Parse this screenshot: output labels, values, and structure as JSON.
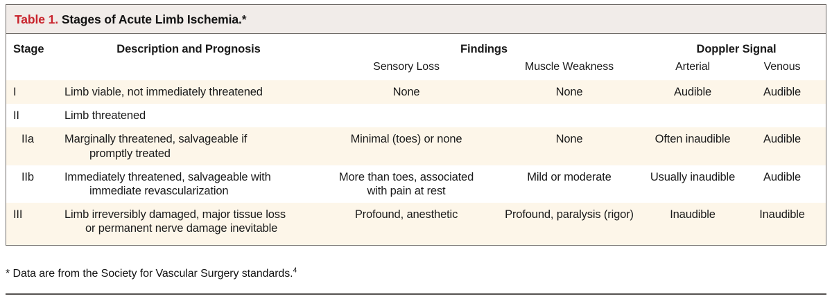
{
  "table": {
    "label": "Table 1.",
    "title": "Stages of Acute Limb Ischemia.",
    "title_marker": "*",
    "group_headers": {
      "stage": "Stage",
      "description": "Description and Prognosis",
      "findings": "Findings",
      "doppler": "Doppler Signal"
    },
    "sub_headers": {
      "sensory_loss": "Sensory Loss",
      "muscle_weakness": "Muscle Weakness",
      "arterial": "Arterial",
      "venous": "Venous"
    },
    "rows": [
      {
        "stage": "I",
        "indent": false,
        "shaded": true,
        "description_line1": "Limb viable, not immediately threatened",
        "description_line2": "",
        "sensory_loss_line1": "None",
        "sensory_loss_line2": "",
        "muscle_weakness": "None",
        "arterial": "Audible",
        "venous": "Audible"
      },
      {
        "stage": "II",
        "indent": false,
        "shaded": false,
        "description_line1": "Limb threatened",
        "description_line2": "",
        "sensory_loss_line1": "",
        "sensory_loss_line2": "",
        "muscle_weakness": "",
        "arterial": "",
        "venous": ""
      },
      {
        "stage": "IIa",
        "indent": true,
        "shaded": true,
        "description_line1": "Marginally threatened, salvageable if",
        "description_line2": "promptly treated",
        "sensory_loss_line1": "Minimal (toes) or none",
        "sensory_loss_line2": "",
        "muscle_weakness": "None",
        "arterial": "Often inaudible",
        "venous": "Audible"
      },
      {
        "stage": "IIb",
        "indent": true,
        "shaded": false,
        "description_line1": "Immediately threatened, salvageable with",
        "description_line2": "immediate revascularization",
        "sensory_loss_line1": "More than toes, associated",
        "sensory_loss_line2": "with pain at rest",
        "muscle_weakness": "Mild or moderate",
        "arterial": "Usually inaudible",
        "venous": "Audible"
      },
      {
        "stage": "III",
        "indent": false,
        "shaded": true,
        "description_line1": "Limb irreversibly damaged, major tissue loss",
        "description_line2": "or permanent nerve damage inevitable",
        "sensory_loss_line1": "Profound, anesthetic",
        "sensory_loss_line2": "",
        "muscle_weakness": "Profound, paralysis (rigor)",
        "arterial": "Inaudible",
        "venous": "Inaudible"
      }
    ],
    "footnote": {
      "marker": "*",
      "text": "Data are from the Society for Vascular Surgery standards.",
      "reference": "4"
    },
    "colors": {
      "title_band": "#f1ece9",
      "title_label": "#c8232c",
      "row_shade": "#fdf6e9",
      "border": "#6e6a67",
      "text": "#1a1a1a"
    }
  }
}
